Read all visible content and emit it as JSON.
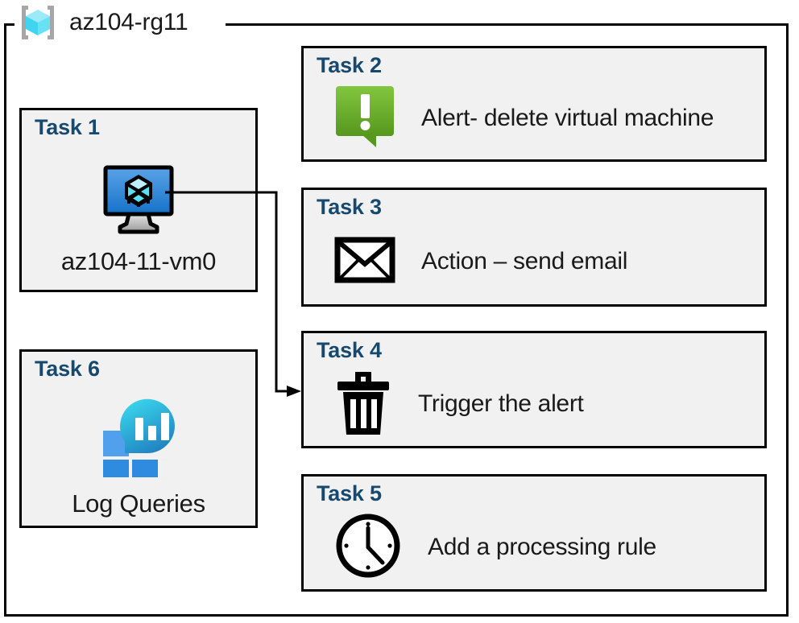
{
  "container": {
    "icon": "resource-group-icon",
    "title": "az104-rg11"
  },
  "cards": [
    {
      "id": "task-1",
      "title": "Task 1",
      "text": "az104-11-vm0",
      "icon": "virtual-machine-icon",
      "layout": "vertical"
    },
    {
      "id": "task-2",
      "title": "Task 2",
      "text": "Alert- delete virtual machine",
      "icon": "alert-bubble-icon",
      "layout": "horizontal"
    },
    {
      "id": "task-3",
      "title": "Task 3",
      "text": "Action – send email",
      "icon": "envelope-icon",
      "layout": "horizontal"
    },
    {
      "id": "task-4",
      "title": "Task 4",
      "text": "Trigger the alert",
      "icon": "trash-icon",
      "layout": "horizontal"
    },
    {
      "id": "task-5",
      "title": "Task 5",
      "text": "Add a processing rule",
      "icon": "clock-icon",
      "layout": "horizontal"
    },
    {
      "id": "task-6",
      "title": "Task 6",
      "text": "Log Queries",
      "icon": "log-analytics-icon",
      "layout": "vertical"
    }
  ],
  "connector": {
    "from": "task-1",
    "to": "task-4",
    "arrow": "arrowhead-right"
  },
  "colors": {
    "card_background": "#f1f1f1",
    "card_border": "#000000",
    "title_blue": "#17496e",
    "body_text": "#1a1a1a",
    "alert_green_light": "#7cc242",
    "alert_green_dark": "#58991f",
    "vm_blue_light": "#5ba3e8",
    "vm_blue_dark": "#1572c8",
    "cube_cyan_light": "#bdf0fb",
    "cube_cyan": "#59e0f5",
    "log_square_light": "#50a0ee",
    "log_square_dark": "#2e8be0",
    "log_circle_top": "#35d0e8",
    "log_circle_bottom": "#1f7ebe",
    "bracket_gray": "#a6a6a6"
  }
}
